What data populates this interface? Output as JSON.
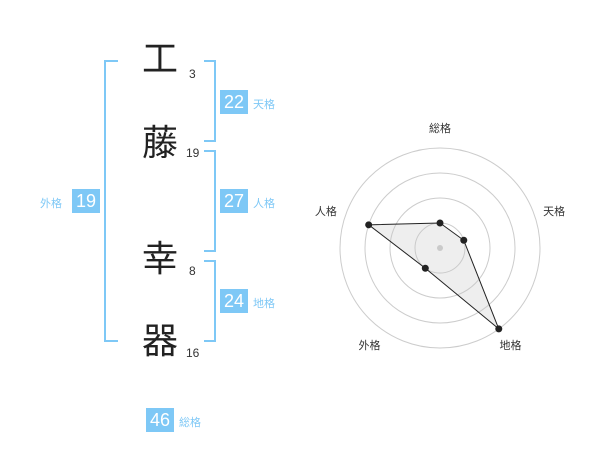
{
  "name": {
    "chars": [
      {
        "char": "工",
        "strokes": "3"
      },
      {
        "char": "藤",
        "strokes": "19"
      },
      {
        "char": "幸",
        "strokes": "8"
      },
      {
        "char": "器",
        "strokes": "16"
      }
    ]
  },
  "scores": {
    "tenkaku": {
      "label": "天格",
      "value": "22"
    },
    "jinkaku": {
      "label": "人格",
      "value": "27"
    },
    "chikaku": {
      "label": "地格",
      "value": "24"
    },
    "gaikaku": {
      "label": "外格",
      "value": "19"
    },
    "soukaku": {
      "label": "総格",
      "value": "46"
    }
  },
  "colors": {
    "accent": "#7ec8f6",
    "text": "#222222"
  },
  "chart_data": {
    "type": "radar",
    "axes": [
      "総格",
      "天格",
      "地格",
      "外格",
      "人格"
    ],
    "values": [
      1,
      1,
      4,
      1,
      3
    ],
    "max": 4,
    "rings": 4
  }
}
